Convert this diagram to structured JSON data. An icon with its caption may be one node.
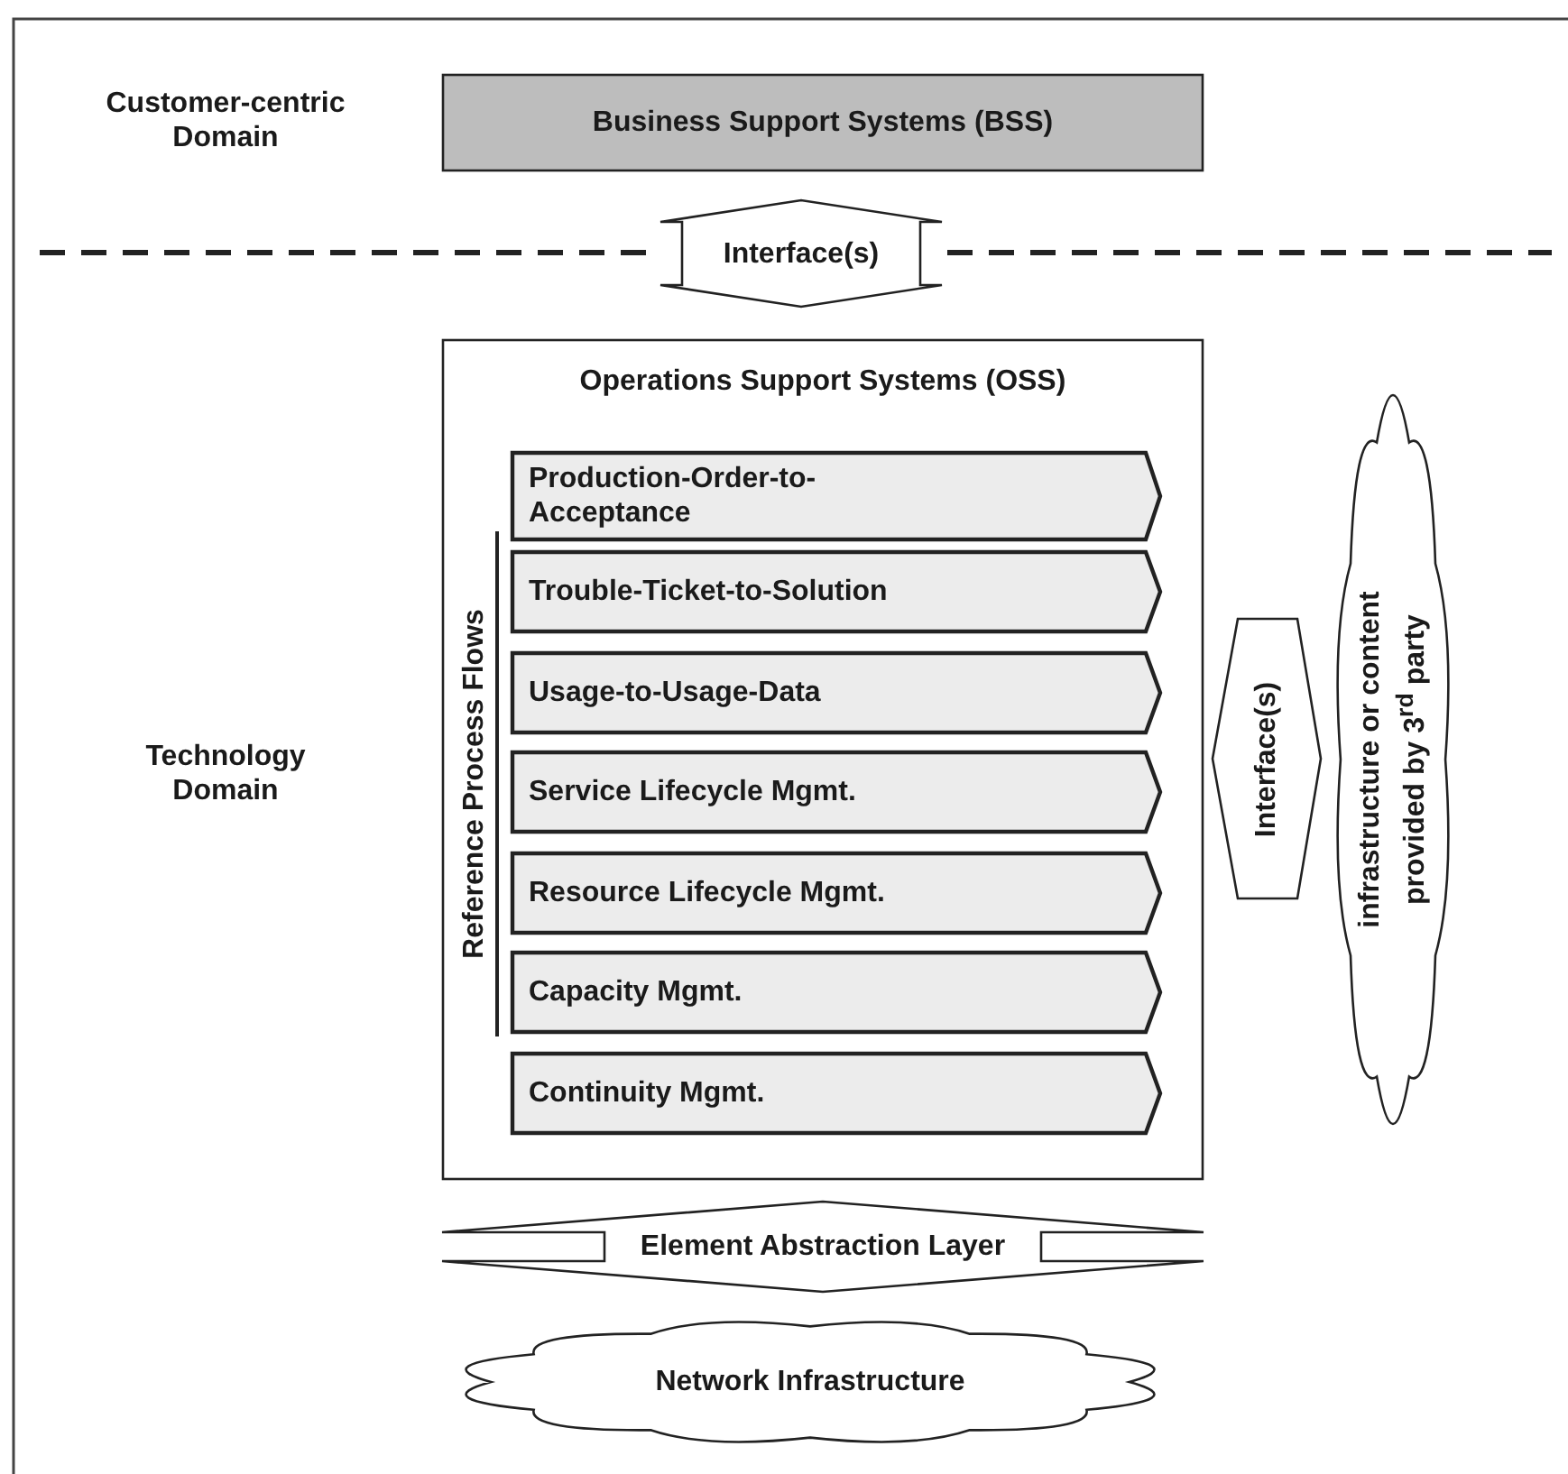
{
  "diagram": {
    "nodes": [
      {
        "text": [
          "Business Support Systems (BSS)"
        ]
      },
      {
        "text": [
          "Interface(s)"
        ]
      },
      {
        "text": [
          "Operations Support Systems (OSS)"
        ]
      },
      {
        "text": [
          "Production-Order-to-Acceptance"
        ],
        "in": 2
      },
      {
        "text": [
          "Trouble-Ticket-to-Solution"
        ],
        "in": 2
      },
      {
        "text": [
          "Usage-to-Usage-Data"
        ],
        "in": 2
      },
      {
        "text": [
          "Service Lifecycle Mgmt."
        ],
        "in": 2
      },
      {
        "text": [
          "Resource Lifecycle Mgmt."
        ],
        "in": 2
      },
      {
        "text": [
          "Capacity Mgmt."
        ],
        "in": 2
      },
      {
        "text": [
          "Continuity Mgmt."
        ],
        "in": 2
      },
      {
        "text": [
          "Interface(s)"
        ]
      },
      {
        "text": [
          "infrastructure or content provided by 3$^{rd}$ party"
        ]
      },
      {
        "text": [
          "Element Abstraction Layer"
        ]
      },
      {
        "text": [
          "Network Infrastructure"
        ]
      }
    ],
    "labels": [
      "Customer-centric Domain",
      "Technology Domain",
      "Reference Process Flows"
    ]
  }
}
